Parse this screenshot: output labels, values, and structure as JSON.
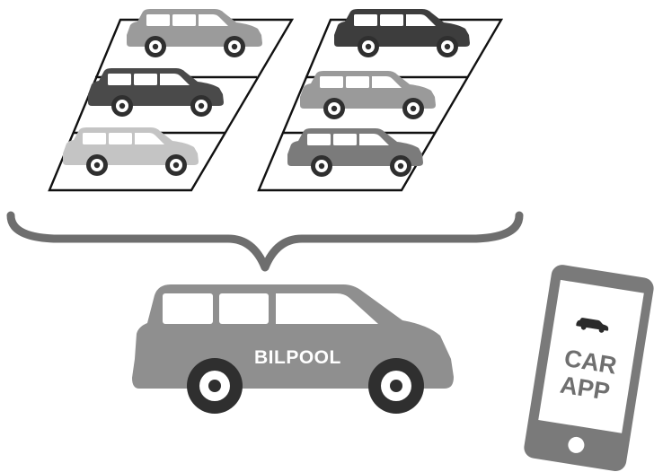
{
  "pool_label": "BILPOOL",
  "app_label_line1": "CAR",
  "app_label_line2": "APP",
  "colors": {
    "lot_lines": "#111111",
    "brace": "#6e6e6e",
    "pool_car": "#8f8f8f",
    "phone_frame": "#7a7a7a",
    "phone_screen": "#ffffff",
    "app_text": "#6f6f6f"
  },
  "parked_cars": [
    {
      "lot": "left",
      "slot": 1,
      "shade": "#9b9b9b"
    },
    {
      "lot": "left",
      "slot": 2,
      "shade": "#4a4a4a"
    },
    {
      "lot": "left",
      "slot": 3,
      "shade": "#c4c4c4"
    },
    {
      "lot": "right",
      "slot": 1,
      "shade": "#3d3d3d"
    },
    {
      "lot": "right",
      "slot": 2,
      "shade": "#9a9a9a"
    },
    {
      "lot": "right",
      "slot": 3,
      "shade": "#7b7b7b"
    }
  ]
}
